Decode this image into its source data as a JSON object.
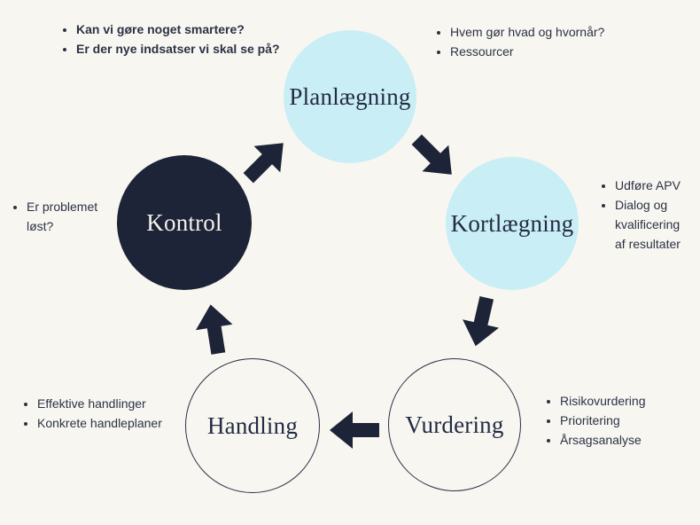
{
  "palette": {
    "background": "#f8f6f0",
    "cyan_circle": "#c9eef5",
    "navy_circle": "#1d2438",
    "outline_circle_border": "#2a3148",
    "annotation_text": "#2b3245",
    "arrow": "#1d2438"
  },
  "cycle": {
    "steps": [
      {
        "id": "planlaegning",
        "label": "Planlægning",
        "style": "cyan"
      },
      {
        "id": "kortlaegning",
        "label": "Kortlægning",
        "style": "cyan"
      },
      {
        "id": "vurdering",
        "label": "Vurdering",
        "style": "outline"
      },
      {
        "id": "handling",
        "label": "Handling",
        "style": "outline"
      },
      {
        "id": "kontrol",
        "label": "Kontrol",
        "style": "navy"
      }
    ],
    "arrows": [
      {
        "from": "kontrol",
        "to": "planlaegning",
        "direction": "up-right"
      },
      {
        "from": "planlaegning",
        "to": "kortlaegning",
        "direction": "down-right"
      },
      {
        "from": "kortlaegning",
        "to": "vurdering",
        "direction": "down"
      },
      {
        "from": "vurdering",
        "to": "handling",
        "direction": "left"
      },
      {
        "from": "handling",
        "to": "kontrol",
        "direction": "up"
      }
    ]
  },
  "annotations": {
    "planlaegning_left": {
      "items": [
        "Kan vi gøre noget smartere?",
        "Er der nye indsatser vi skal se på?"
      ]
    },
    "planlaegning_right": {
      "items": [
        "Hvem gør hvad og hvornår?",
        "Ressourcer"
      ]
    },
    "kortlaegning": {
      "items": [
        "Udføre APV",
        "Dialog og kvalificering af resultater"
      ]
    },
    "vurdering": {
      "items": [
        "Risikovurdering",
        "Prioritering",
        "Årsagsanalyse"
      ]
    },
    "handling": {
      "items": [
        "Effektive handlinger",
        "Konkrete handleplaner"
      ]
    },
    "kontrol": {
      "items": [
        "Er problemet løst?"
      ]
    }
  }
}
